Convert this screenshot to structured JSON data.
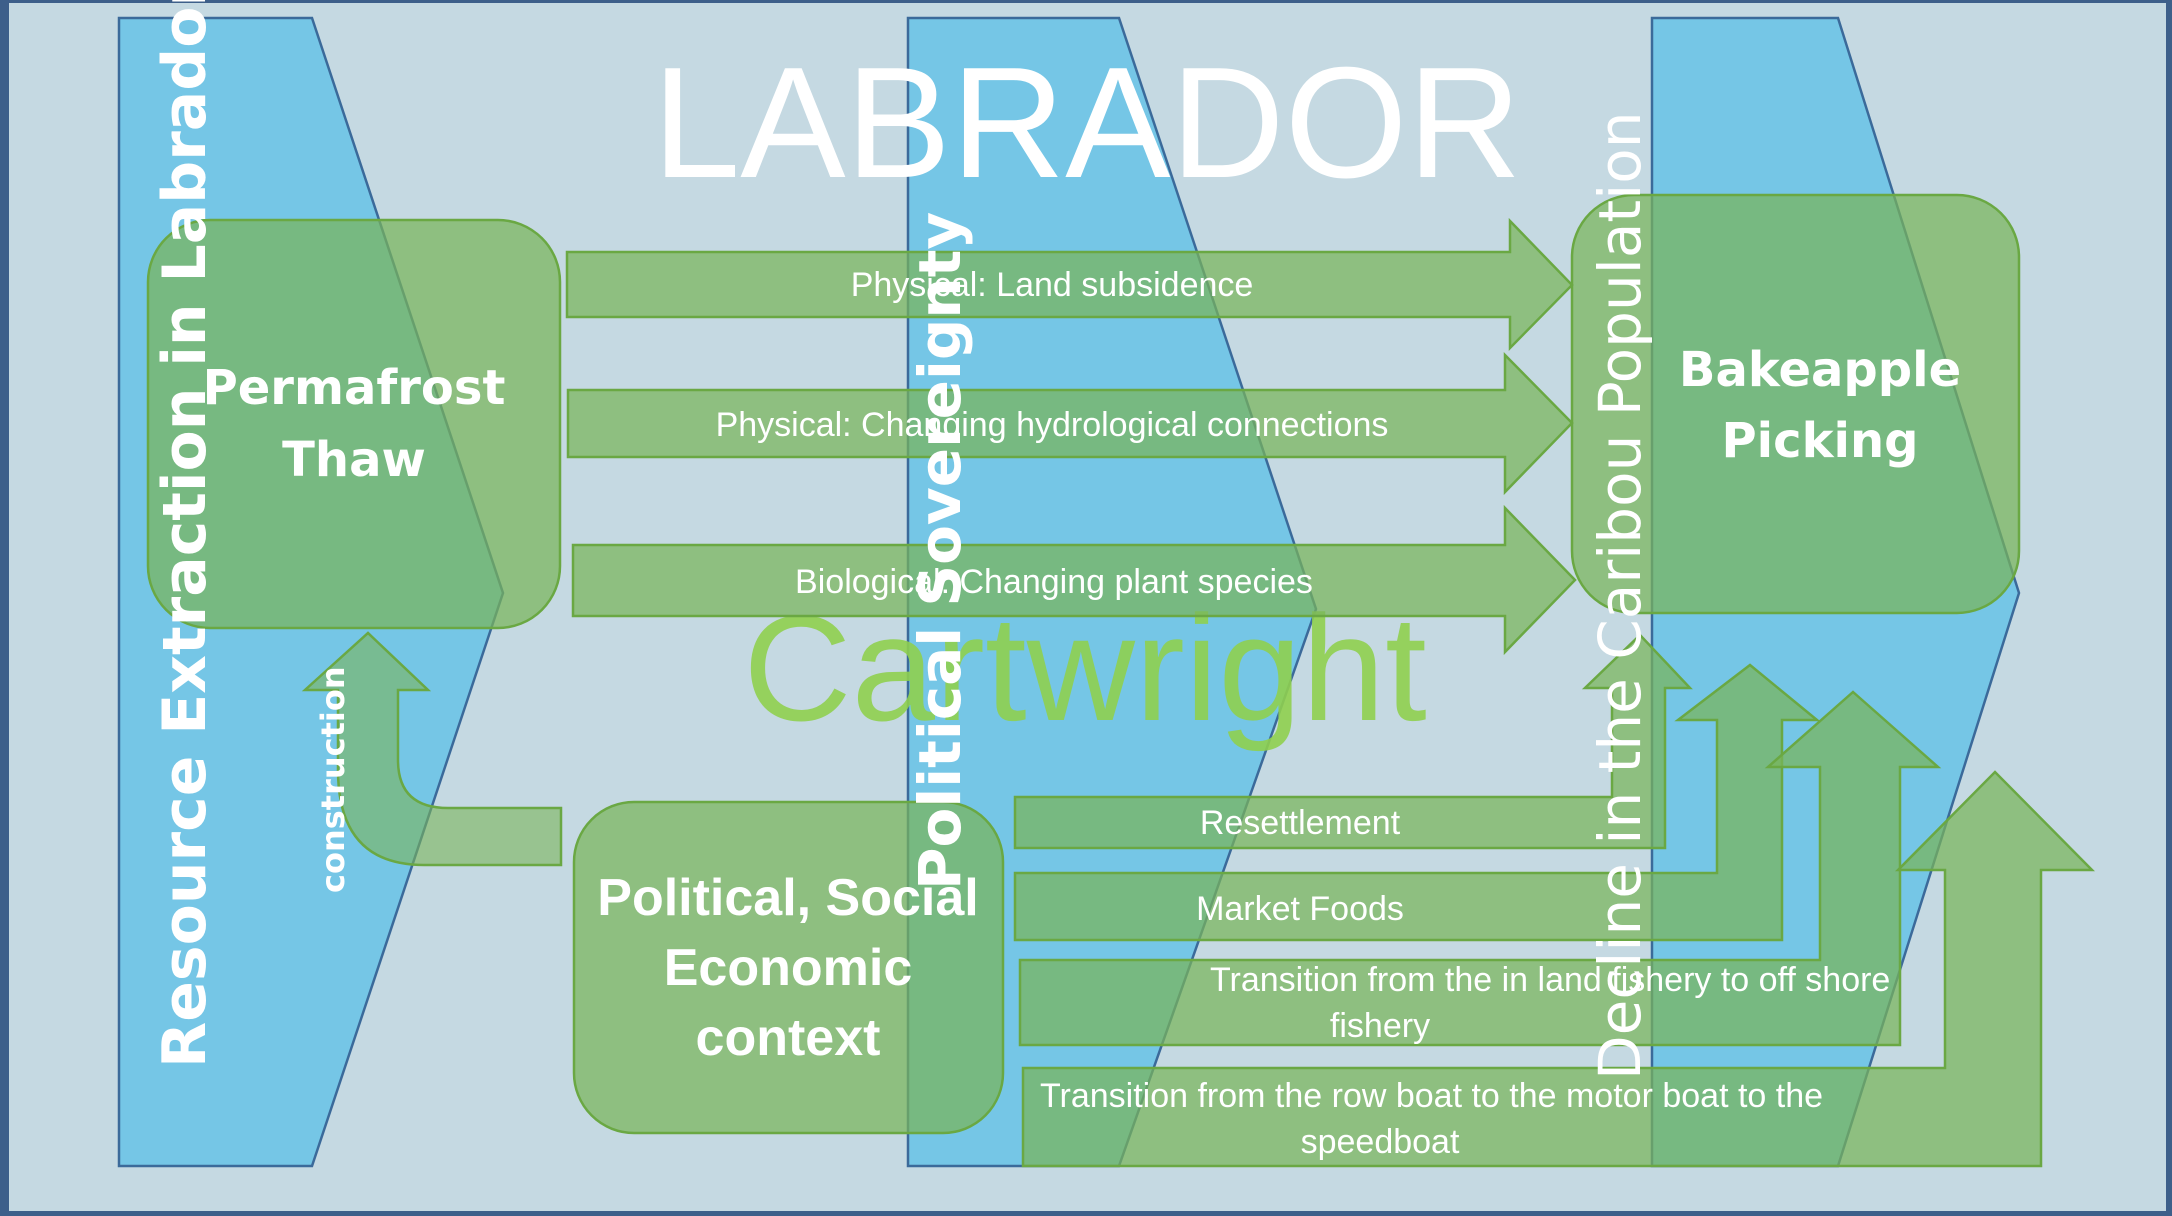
{
  "title": "LABRADOR",
  "location_label": "Cartwright",
  "colors": {
    "background": "#c5d9e2",
    "frame_border": "#3d5f8a",
    "chevron_fill": "#6ec4e6",
    "chevron_stroke": "#3b6a9a",
    "green_fill": "#79b45a",
    "green_stroke": "#6aa843",
    "cartwright_text": "#8fcf4f"
  },
  "chevrons": [
    {
      "id": "resource-extraction",
      "label": "Resource Extraction in Labrador"
    },
    {
      "id": "political-sovereignty",
      "label": "Political Sovereignty"
    },
    {
      "id": "caribou-decline",
      "label": "Decline in the Caribou Population"
    }
  ],
  "boxes": {
    "permafrost": {
      "line1": "Permafrost",
      "line2": "Thaw"
    },
    "bakeapple": {
      "line1": "Bakeapple",
      "line2": "Picking"
    },
    "political": {
      "line1": "Political, Social",
      "line2": "Economic",
      "line3": "context"
    }
  },
  "impact_arrows": [
    {
      "label": "Physical: Land subsidence"
    },
    {
      "label": "Physical: Changing hydrological connections"
    },
    {
      "label": "Biological: Changing plant species"
    }
  ],
  "context_arrows": [
    {
      "line1": "Resettlement"
    },
    {
      "line1": "Market Foods"
    },
    {
      "line1": "Transition from the in land fishery to off shore",
      "line2": "fishery"
    },
    {
      "line1": "Transition from the row boat to the motor boat to the",
      "line2": "speedboat"
    }
  ],
  "construction_arrow": {
    "label": "construction"
  }
}
